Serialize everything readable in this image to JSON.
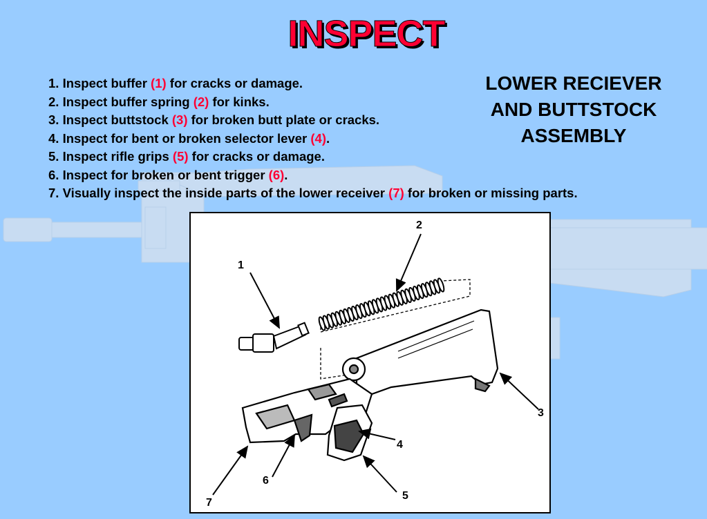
{
  "slide": {
    "title": "INSPECT",
    "subtitle_lines": [
      "LOWER RECIEVER",
      "AND BUTTSTOCK",
      "ASSEMBLY"
    ]
  },
  "steps": [
    {
      "prefix": "1. Inspect buffer ",
      "ref": "(1)",
      "suffix": " for cracks or damage."
    },
    {
      "prefix": "2. Inspect buffer spring ",
      "ref": "(2)",
      "suffix": " for kinks."
    },
    {
      "prefix": "3. Inspect buttstock ",
      "ref": "(3)",
      "suffix": " for broken butt plate or cracks."
    },
    {
      "prefix": "4. Inspect for bent or broken selector lever ",
      "ref": "(4)",
      "suffix": "."
    },
    {
      "prefix": "5. Inspect rifle grips ",
      "ref": "(5)",
      "suffix": " for cracks or damage."
    },
    {
      "prefix": "6. Inspect for broken or bent trigger ",
      "ref": "(6)",
      "suffix": "."
    },
    {
      "prefix": "7. Visually inspect the inside parts of the lower receiver ",
      "ref": "(7)",
      "suffix": " for broken or missing parts."
    }
  ],
  "diagram": {
    "callouts": [
      "1",
      "2",
      "3",
      "4",
      "5",
      "6",
      "7"
    ]
  },
  "colors": {
    "background": "#99ccff",
    "accent_red": "#ff0033",
    "rifle_silhouette": "#c8dcf2"
  }
}
